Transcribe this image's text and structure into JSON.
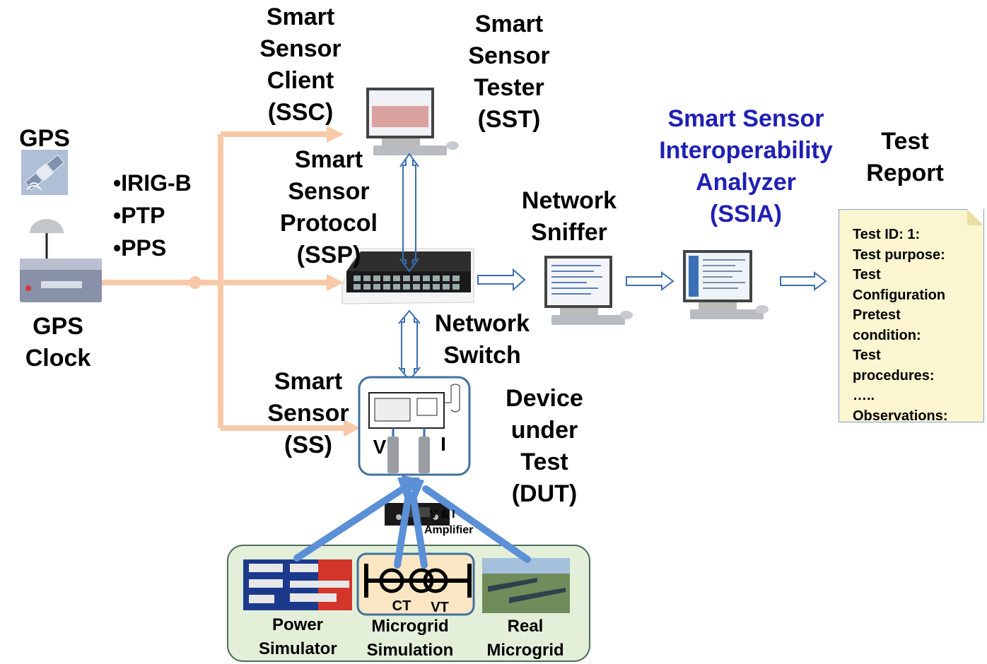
{
  "labels": {
    "gps": "GPS",
    "gps_clock": [
      "GPS",
      "Clock"
    ],
    "ssc": [
      "Smart",
      "Sensor",
      "Client",
      "(SSC)"
    ],
    "sst": [
      "Smart",
      "Sensor",
      "Tester",
      "(SST)"
    ],
    "ssp": [
      "Smart",
      "Sensor",
      "Protocol",
      "(SSP)"
    ],
    "network_sniffer": [
      "Network",
      "Sniffer"
    ],
    "ssia": [
      "Smart Sensor",
      "Interoperability",
      "Analyzer",
      "(SSIA)"
    ],
    "test_report": [
      "Test",
      "Report"
    ],
    "network_switch": [
      "Network",
      "Switch"
    ],
    "ss": [
      "Smart",
      "Sensor",
      "(SS)"
    ],
    "dut": [
      "Device",
      "under",
      "Test",
      "(DUT)"
    ],
    "v": "V",
    "i": "I",
    "amplifier": [
      "V & I",
      "Amplifier"
    ],
    "ct": "CT",
    "vt": "VT",
    "power_simulator": [
      "Power",
      "Simulator"
    ],
    "microgrid_simulation": [
      "Microgrid",
      "Simulation"
    ],
    "real_microgrid": [
      "Real",
      "Microgrid"
    ]
  },
  "sync_protocols": [
    "IRIG-B",
    "PTP",
    "PPS"
  ],
  "report_fields": [
    "Test ID: 1:",
    "Test purpose:",
    "Test",
    "Configuration",
    "Pretest",
    "condition:",
    "Test",
    "procedures:",
    "…..",
    "Observations:"
  ],
  "colors": {
    "sync_line": "#f8c9a8",
    "blue_arrow": "#5b8fd6",
    "hollow_arrow": "#3a6fb0",
    "ssia_text": "#1f1fb4",
    "source_panel": "#e3efd9",
    "dut_border": "#41719c"
  }
}
